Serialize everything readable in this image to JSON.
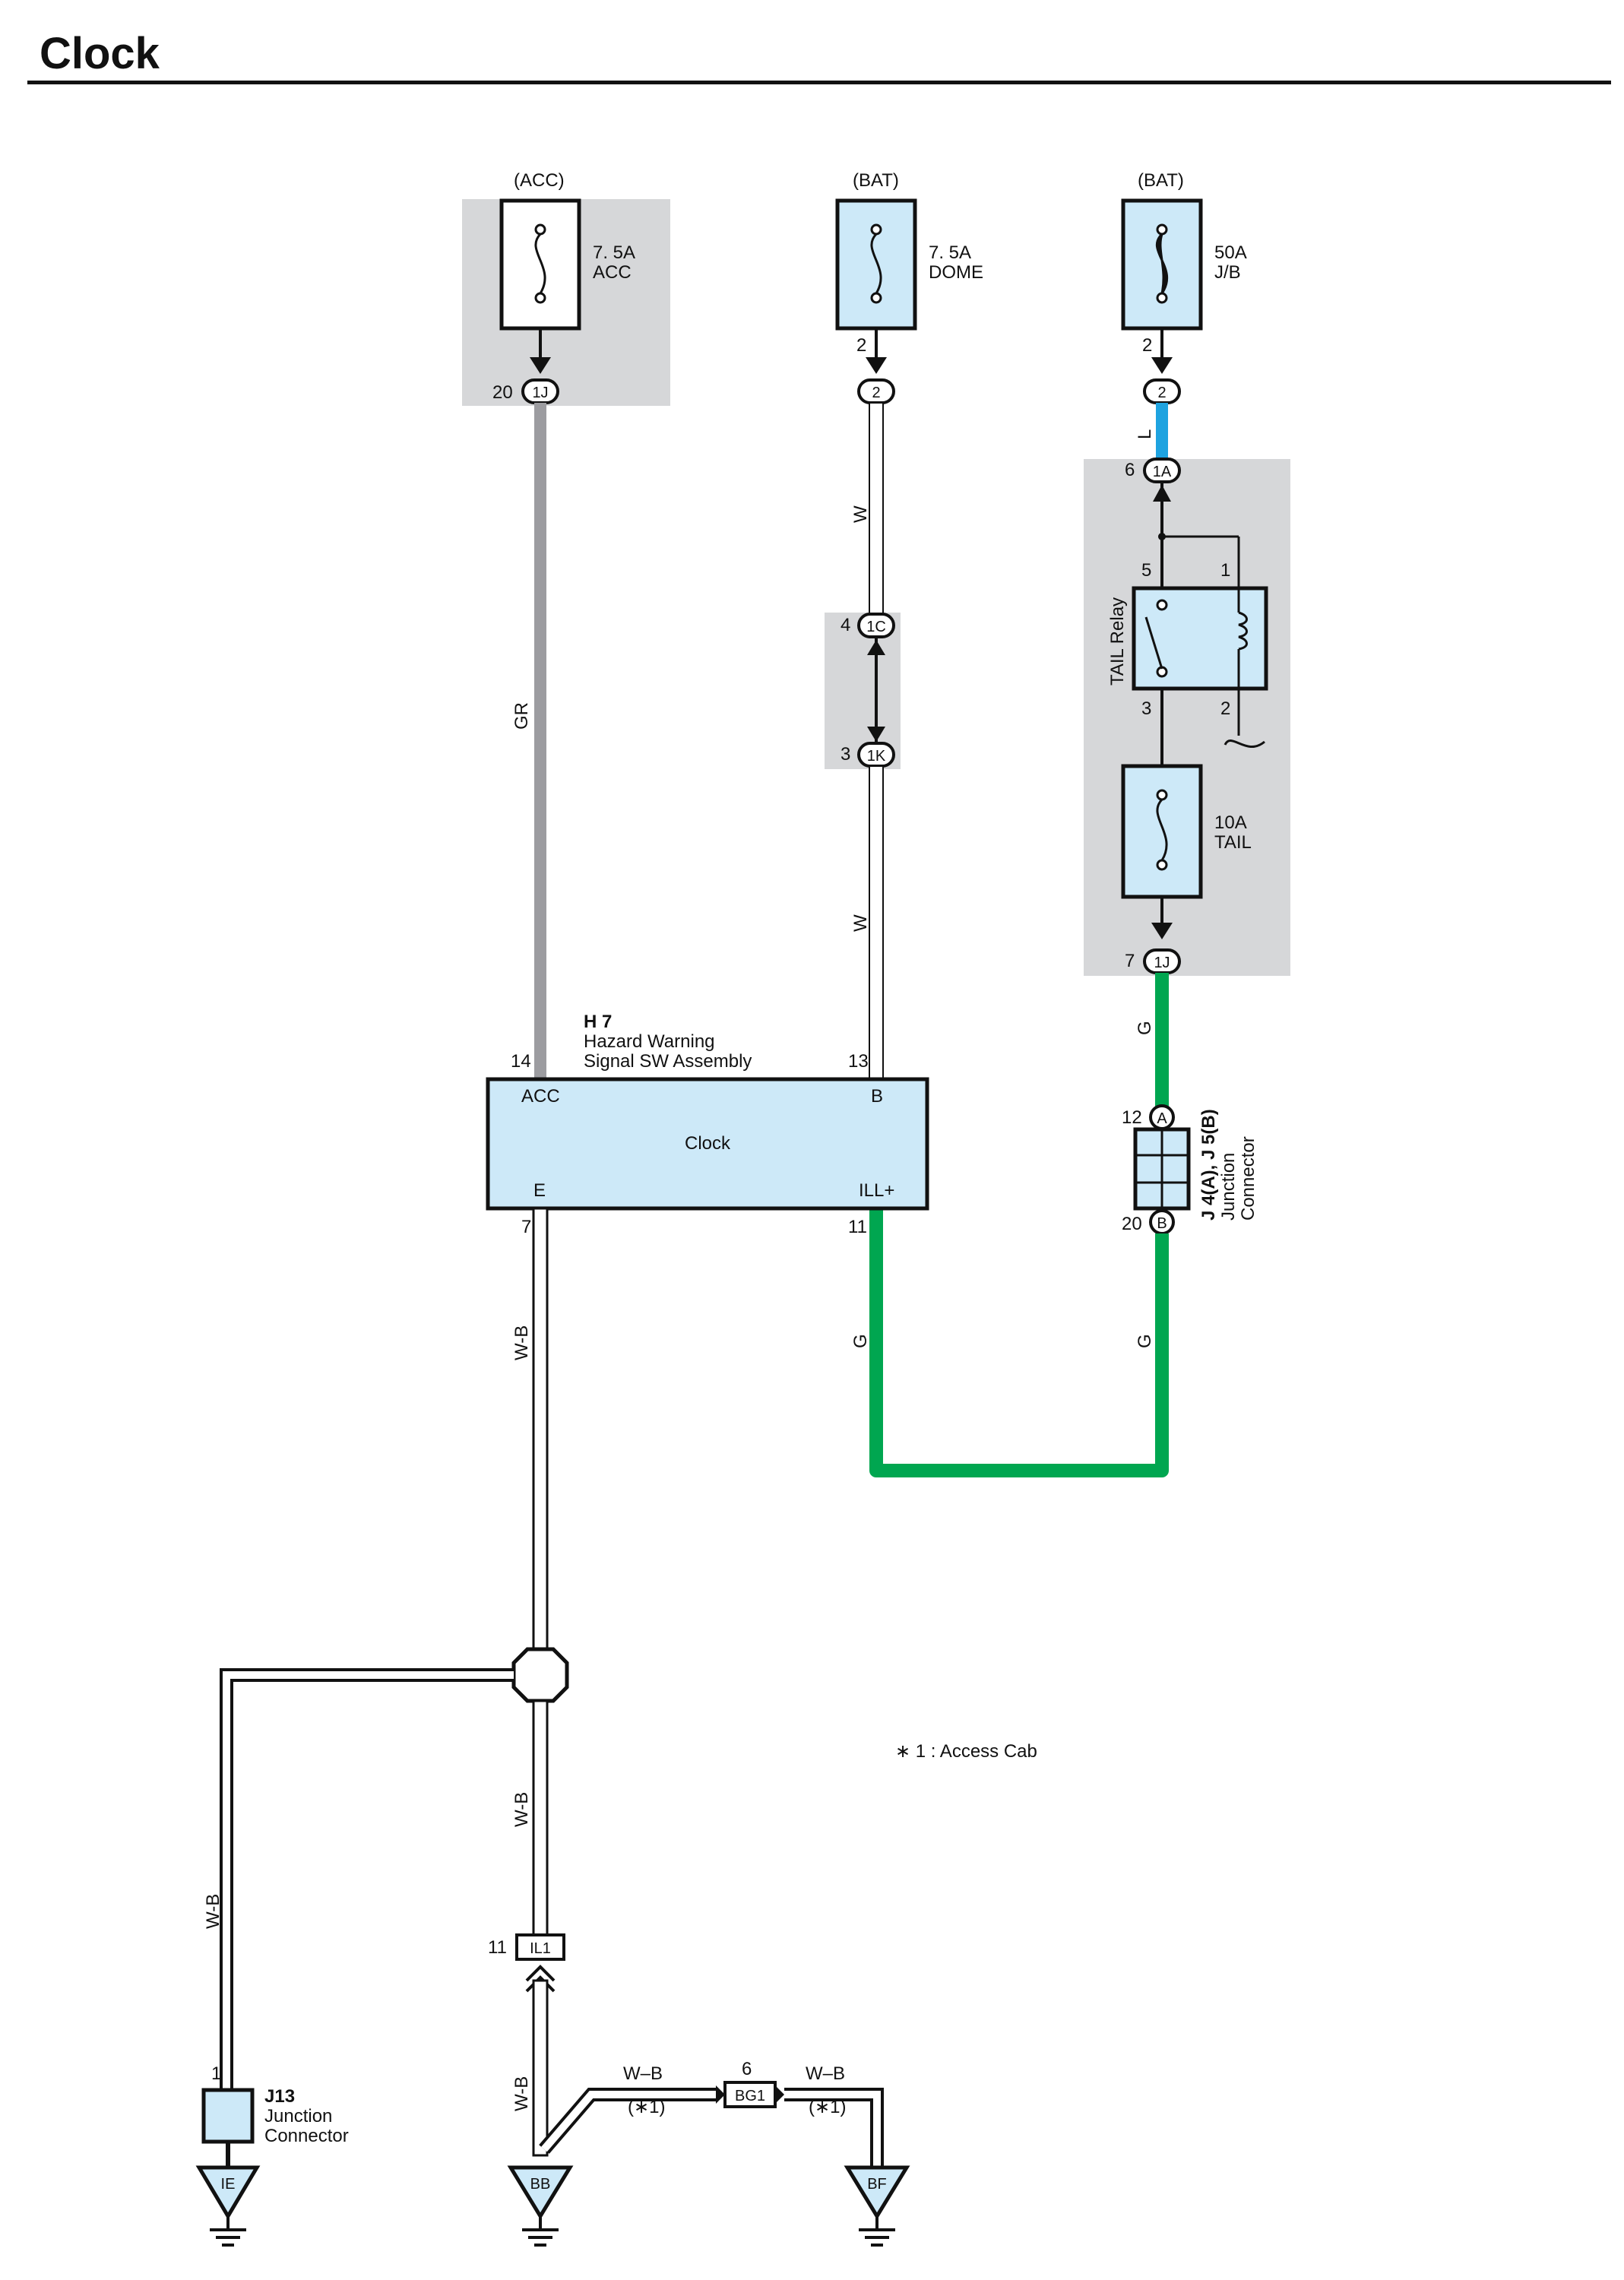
{
  "page": {
    "title": "Clock"
  },
  "fuses": [
    {
      "supply": "(ACC)",
      "rating": "7. 5A",
      "name": "ACC",
      "pin": "20",
      "conn": "1J"
    },
    {
      "supply": "(BAT)",
      "rating": "7. 5A",
      "name": "DOME",
      "pin": "2",
      "conn": "2"
    },
    {
      "supply": "(BAT)",
      "rating": "50A",
      "name": "J/B",
      "pin": "2",
      "conn": "2"
    }
  ],
  "wires": {
    "gr": "GR",
    "w1": "W",
    "w2": "W",
    "l": "L",
    "g1": "G",
    "g2": "G",
    "g3": "G",
    "wb1": "W-B",
    "wb2": "W-B",
    "wb3": "W-B",
    "wb4": "W-B",
    "wb5": "W–B",
    "wb6": "W–B"
  },
  "connectors": {
    "c1c": {
      "pin": "4",
      "label": "1C"
    },
    "c1k": {
      "pin": "3",
      "label": "1K"
    },
    "c1a": {
      "pin": "6",
      "label": "1A"
    },
    "c1j_tail": {
      "pin": "7",
      "label": "1J"
    },
    "il1": {
      "pin": "11",
      "label": "IL1"
    },
    "bg1": {
      "pin": "6",
      "label": "BG1"
    }
  },
  "relay": {
    "name": "TAIL Relay",
    "pins": [
      "5",
      "1",
      "3",
      "2"
    ]
  },
  "tail_fuse": {
    "rating": "10A",
    "name": "TAIL"
  },
  "clock": {
    "code": "H 7",
    "line1": "Hazard Warning",
    "line2": "Signal SW Assembly",
    "label": "Clock",
    "acc": "ACC",
    "b": "B",
    "e": "E",
    "ill": "ILL+",
    "pin_acc": "14",
    "pin_b": "13",
    "pin_e": "7",
    "pin_ill": "11"
  },
  "junction_j4": {
    "code": "J 4(A), J 5(B)",
    "line1": "Junction",
    "line2": "Connector",
    "pin_a": "12",
    "tag_a": "A",
    "pin_b": "20",
    "tag_b": "B"
  },
  "junction_j13": {
    "code": "J13",
    "line1": "Junction",
    "line2": "Connector",
    "pin": "1"
  },
  "grounds": {
    "ie": "IE",
    "bb": "BB",
    "bf": "BF"
  },
  "notes": {
    "access_cab": "∗ 1 : Access Cab",
    "ref1": "(∗1)",
    "ref2": "(∗1)"
  },
  "colors": {
    "gray_wire": "#9c9ca0",
    "blue_wire": "#1ea3e0",
    "green_wire": "#00a650",
    "light_blue_fill": "#cde9f8",
    "shade": "#d6d7d9"
  }
}
